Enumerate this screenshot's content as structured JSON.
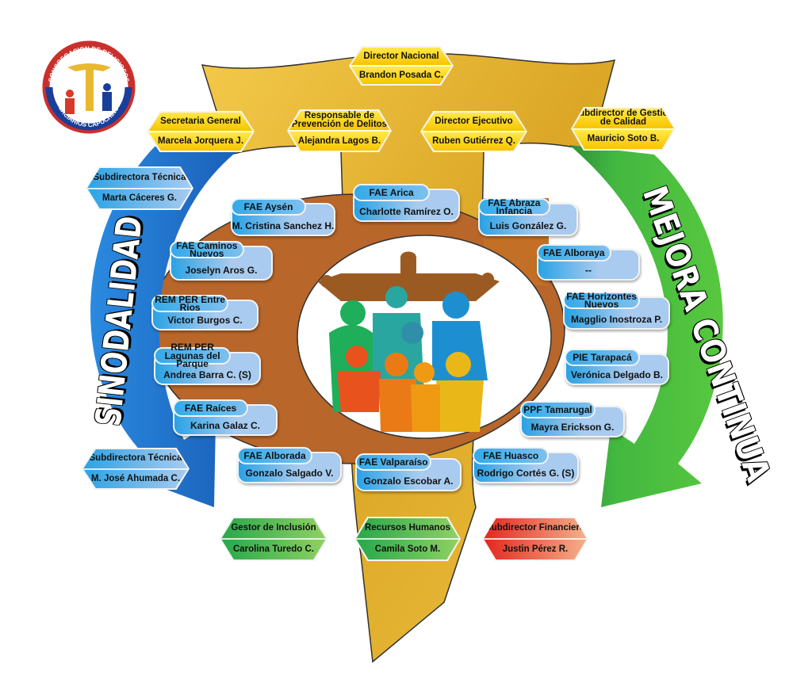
{
  "logo": {
    "top_text": "CONGREGACION DE RELIGIOSOS",
    "bottom_text": "TERCIARIOS CAPUCHINOS"
  },
  "banners": {
    "left": "SINODALIDAD",
    "right": "MEJORA CONTINUA"
  },
  "colors": {
    "gold": "#e7b52a",
    "brown": "#b8662a",
    "blue_arrow": "#1f6fc8",
    "green_arrow": "#3bb43a"
  },
  "leadership": [
    {
      "title": "Director Nacional",
      "name": "Brandon Posada C.",
      "color": "yellow"
    },
    {
      "title": "Secretaria General",
      "name": "Marcela Jorquera J.",
      "color": "yellow"
    },
    {
      "title": "Responsable de Prevención de Delitos",
      "name": "Alejandra Lagos B.",
      "color": "yellow"
    },
    {
      "title": "Director Ejecutivo",
      "name": "Ruben Gutiérrez Q.",
      "color": "yellow"
    },
    {
      "title": "Subdirector de Gestión de Calidad",
      "name": "Mauricio Soto B.",
      "color": "yellow"
    },
    {
      "title": "Subdirectora Técnica",
      "name": "Marta Cáceres G.",
      "color": "blue"
    },
    {
      "title": "Subdirectora Técnica",
      "name": "M. José Ahumada C.",
      "color": "blue"
    },
    {
      "title": "Gestor de Inclusión",
      "name": "Carolina Turedo C.",
      "color": "green"
    },
    {
      "title": "Recursos Humanos",
      "name": "Camila Soto M.",
      "color": "green"
    },
    {
      "title": "Subdirector Financiero",
      "name": "Justin Pérez R.",
      "color": "red"
    }
  ],
  "programs": [
    {
      "title": "FAE  Aysén",
      "name": "M. Cristina Sanchez H."
    },
    {
      "title": "FAE Arica",
      "name": "Charlotte Ramírez O."
    },
    {
      "title": "FAE Abraza Infancia",
      "name": "Luis González G."
    },
    {
      "title": "FAE Caminos Nuevos",
      "name": "Joselyn Aros G."
    },
    {
      "title": "FAE Alboraya",
      "name": "--"
    },
    {
      "title": "REM PER Entre Rios",
      "name": "Victor Burgos C."
    },
    {
      "title": "FAE Horizontes Nuevos",
      "name": "Magglio Inostroza P."
    },
    {
      "title": "REM PER Lagunas del Parque",
      "name": "Andrea Barra C. (S)"
    },
    {
      "title": "PIE Tarapacá",
      "name": "Verónica Delgado B."
    },
    {
      "title": "FAE Raíces",
      "name": "Karina Galaz C."
    },
    {
      "title": "PPF Tamarugal",
      "name": "Mayra Erickson G."
    },
    {
      "title": "FAE Alborada",
      "name": "Gonzalo Salgado V."
    },
    {
      "title": "FAE Valparaíso",
      "name": "Gonzalo Escobar A."
    },
    {
      "title": "FAE Huasco",
      "name": "Rodrigo Cortés G. (S)"
    }
  ]
}
